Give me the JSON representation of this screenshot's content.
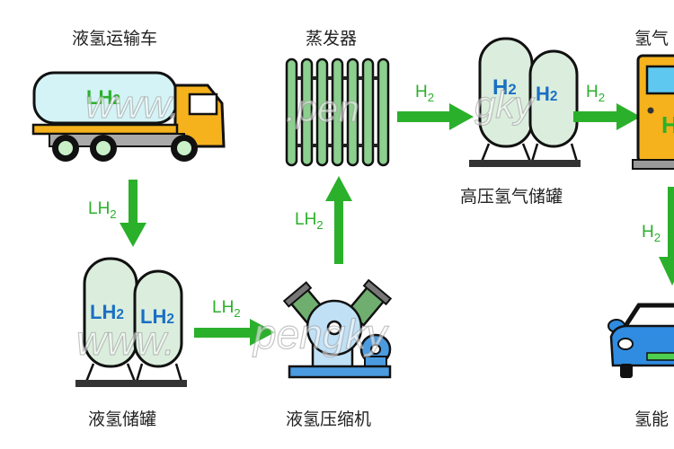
{
  "nodes": {
    "truck": {
      "label": "液氢运输车",
      "tank_text": "LH",
      "tank_sub": "2"
    },
    "evaporator": {
      "label": "蒸发器"
    },
    "hp_storage": {
      "label": "高压氢气储罐",
      "tank1_text": "H",
      "tank1_sub": "2",
      "tank2_text": "H",
      "tank2_sub": "2"
    },
    "station": {
      "label": "氢气",
      "sign_text": "H"
    },
    "lh2_storage": {
      "label": "液氢储罐",
      "tank1_text": "LH",
      "tank1_sub": "2",
      "tank2_text": "LH",
      "tank2_sub": "2"
    },
    "compressor": {
      "label": "液氢压缩机"
    },
    "vehicle": {
      "label": "氢能"
    }
  },
  "flows": {
    "truck_to_storage": {
      "text": "LH",
      "sub": "2"
    },
    "storage_to_compressor": {
      "text": "LH",
      "sub": "2"
    },
    "compressor_to_evaporator": {
      "text": "LH",
      "sub": "2"
    },
    "evaporator_to_hp": {
      "text": "H",
      "sub": "2"
    },
    "hp_to_station": {
      "text": "H",
      "sub": "2"
    },
    "station_to_vehicle": {
      "text": "H",
      "sub": "2"
    }
  },
  "watermark": {
    "line1": "www.",
    "line2": ".pen",
    "line3": "gky",
    "line4": "www.",
    "line5": "pengky"
  },
  "colors": {
    "arrow": "#2bb02b",
    "tank_fill": "#dbeedd",
    "truck_cab": "#f5b21c",
    "tank_text_blue": "#1a6fc4",
    "evaporator": "#8ccf8f",
    "compressor_blue": "#4b9be0",
    "car_blue": "#2f8ce0"
  }
}
